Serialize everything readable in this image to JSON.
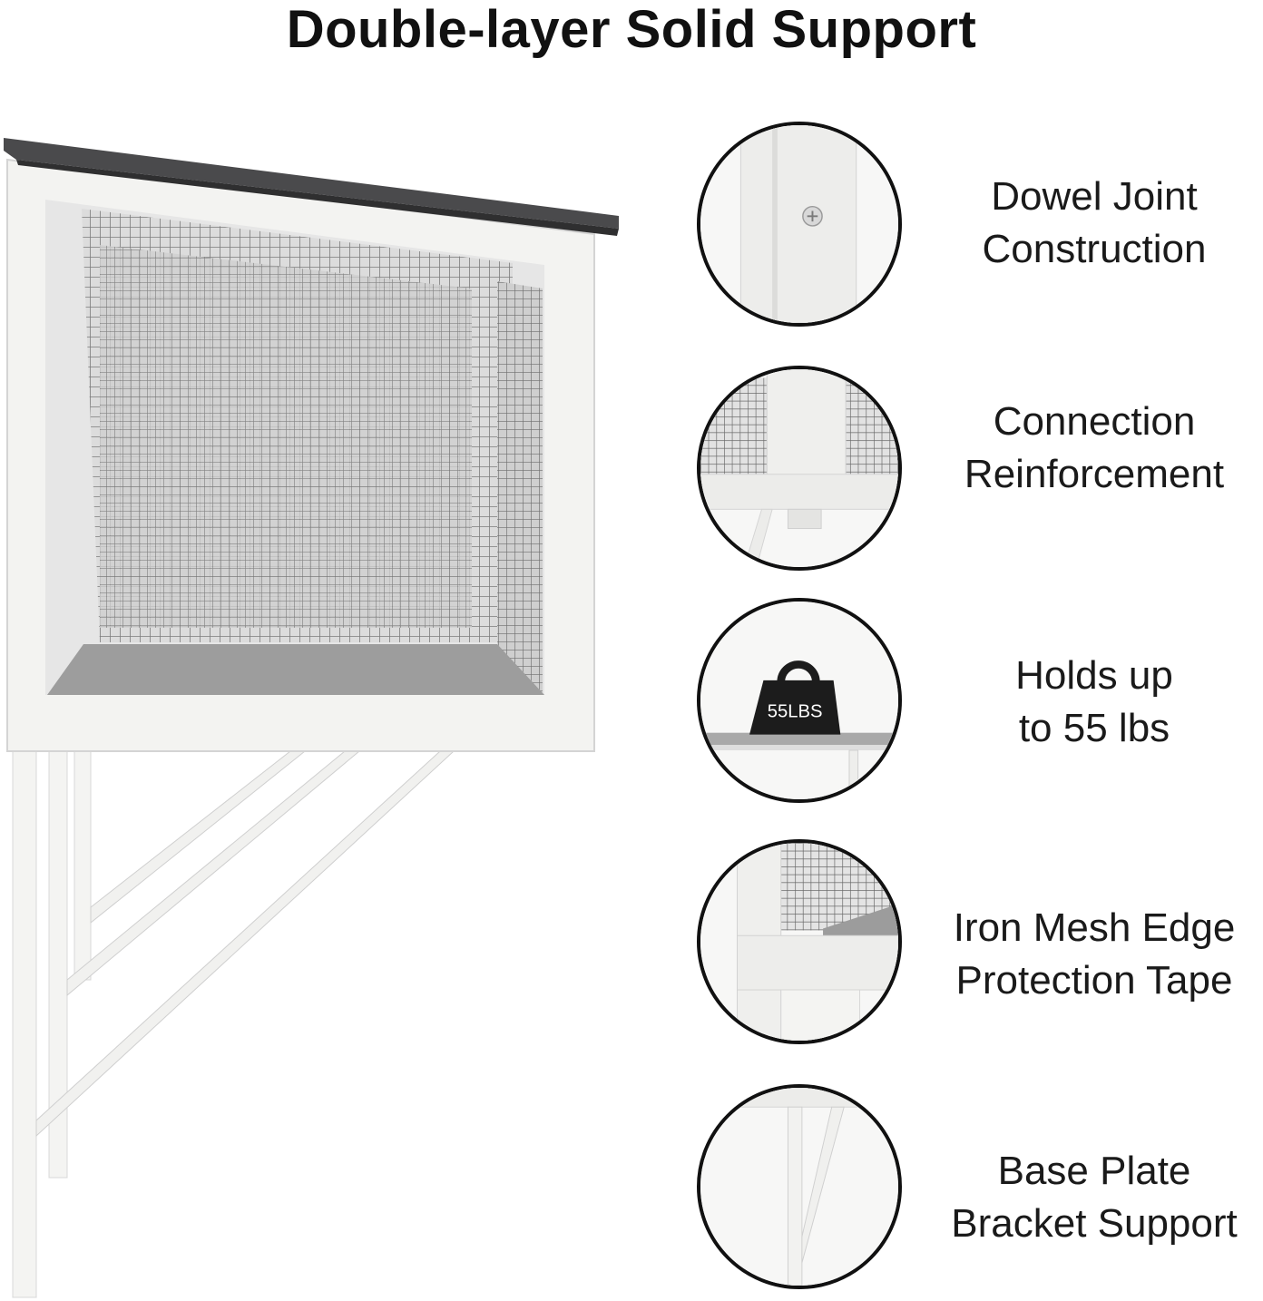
{
  "title": "Double-layer Solid Support",
  "features": [
    {
      "line1": "Dowel Joint",
      "line2": "Construction",
      "icon": "dowel-joint-icon"
    },
    {
      "line1": "Connection",
      "line2": "Reinforcement",
      "icon": "connection-reinforcement-icon"
    },
    {
      "line1": "Holds up",
      "line2": "to 55 lbs",
      "icon": "weight-icon",
      "weight_label": "55LBS"
    },
    {
      "line1": "Iron Mesh Edge",
      "line2": "Protection Tape",
      "icon": "mesh-edge-icon"
    },
    {
      "line1": "Base Plate",
      "line2": "Bracket Support",
      "icon": "bracket-icon"
    }
  ],
  "colors": {
    "roof": "#4a4a4c",
    "frame": "#f3f3f1",
    "mesh": "#8a8a8a",
    "text": "#111111"
  }
}
